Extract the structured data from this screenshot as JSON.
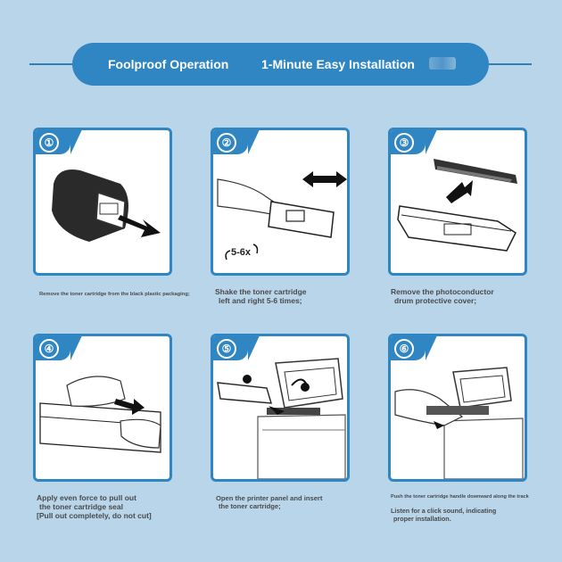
{
  "header": {
    "title_left": "Foolproof Operation",
    "title_right": "1-Minute Easy Installation",
    "accent": "#2f86c2",
    "background": "#b9d5ea"
  },
  "steps": [
    {
      "number": "①",
      "caption": [
        "Remove the toner cartridge from the black plastic packaging;"
      ],
      "overlay": ""
    },
    {
      "number": "②",
      "caption": [
        "Shake the toner cartridge",
        "left and right 5-6 times;"
      ],
      "overlay": "5-6x"
    },
    {
      "number": "③",
      "caption": [
        "Remove the photoconductor",
        "drum protective cover;"
      ],
      "overlay": ""
    },
    {
      "number": "④",
      "caption": [
        "Apply even force to pull out",
        "the toner cartridge seal",
        "[Pull out completely, do not cut]"
      ],
      "overlay": ""
    },
    {
      "number": "⑤",
      "caption": [
        "Open the printer panel and insert",
        "the toner cartridge;"
      ],
      "overlay": ""
    },
    {
      "number": "⑥",
      "caption": [
        "Push the toner cartridge handle downward along the track",
        "Listen for a click sound, indicating",
        "proper installation."
      ],
      "overlay": ""
    }
  ]
}
